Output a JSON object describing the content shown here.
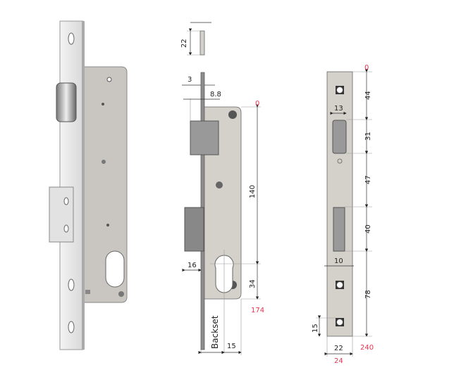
{
  "side_view": {
    "strike_thickness": "22",
    "faceplate_thickness": "3",
    "offset": "8.8",
    "top_ref": "0",
    "latch_to_cylinder": "140",
    "cylinder_to_bottom": "34",
    "bottom_ref": "174",
    "bolt_projection": "16",
    "backset_label": "Backset",
    "backset_extra": "15"
  },
  "front_view": {
    "top_ref": "0",
    "segments": [
      "44",
      "31",
      "47",
      "40",
      "78"
    ],
    "latch_width": "13",
    "bolt_width": "10",
    "hole_offset": "15",
    "plate_width": "22",
    "plate_width_outer": "24",
    "total_length": "240"
  },
  "colors": {
    "accent": "#e8344e",
    "plate": "#d4d0ca"
  }
}
